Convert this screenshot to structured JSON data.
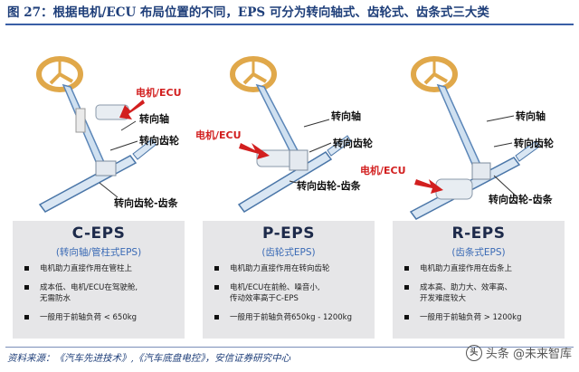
{
  "figure": {
    "title": "图 27：根据电机/ECU 布局位置的不同，EPS 可分为转向轴式、齿轮式、齿条式三大类"
  },
  "colors": {
    "accent_blue": "#1f3f7a",
    "callout_red": "#d21f1f",
    "panel_gray": "#e6e6e8",
    "wheel_gold": "#e0a84a"
  },
  "panels": [
    {
      "callouts": {
        "motor_ecu": "电机/ECU",
        "shaft": "转向轴",
        "gear": "转向齿轮",
        "rack": "转向齿轮-齿条"
      },
      "title": "C-EPS",
      "subtitle": "(转向轴/管柱式EPS)",
      "bullets": [
        [
          "电机助力直接作用在管柱上"
        ],
        [
          "成本低、电机/ECU在驾驶舱,",
          "无需防水"
        ],
        [
          "一般用于前轴负荷 < 650kg"
        ]
      ]
    },
    {
      "callouts": {
        "motor_ecu": "电机/ECU",
        "shaft": "转向轴",
        "gear": "转向齿轮",
        "rack": "转向齿轮-齿条"
      },
      "title": "P-EPS",
      "subtitle": "(齿轮式EPS)",
      "bullets": [
        [
          "电机助力直接作用在转向齿轮"
        ],
        [
          "电机/ECU在前舱、噪音小,",
          "传动效率高于C-EPS"
        ],
        [
          "一般用于前轴负荷650kg - 1200kg"
        ]
      ]
    },
    {
      "callouts": {
        "motor_ecu": "电机/ECU",
        "shaft": "转向轴",
        "gear": "转向齿轮",
        "rack": "转向齿轮-齿条"
      },
      "title": "R-EPS",
      "subtitle": "(齿条式EPS)",
      "bullets": [
        [
          "电机助力直接作用在齿条上"
        ],
        [
          "成本高、助力大、效率高、",
          "开发难度较大"
        ],
        [
          "一般用于前轴负荷 > 1200kg"
        ]
      ]
    }
  ],
  "source": "资料来源：《汽车先进技术》,《汽车底盘电控》，安信证券研究中心",
  "watermark": {
    "logo": "头",
    "text": "头条 @未来智库"
  }
}
